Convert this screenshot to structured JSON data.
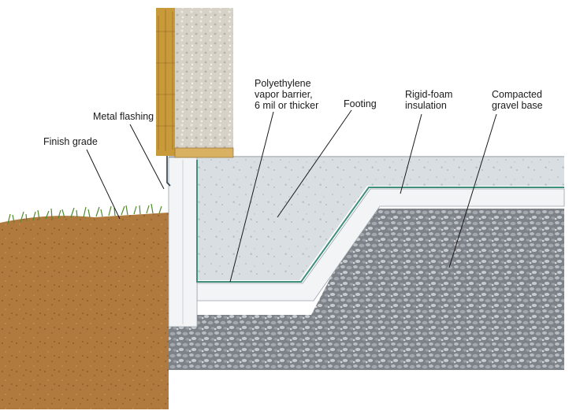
{
  "labels": {
    "metal_flashing": "Metal flashing",
    "finish_grade": "Finish grade",
    "vapor_barrier": [
      "Polyethylene",
      "vapor barrier,",
      "6 mil or thicker"
    ],
    "footing": "Footing",
    "rigid_foam": [
      "Rigid-foam",
      "insulation"
    ],
    "gravel_base": [
      "Compacted",
      "gravel base"
    ]
  },
  "colors": {
    "soil": "#b07a3f",
    "soil_dark": "#8a5a2b",
    "grass": "#4f8a2c",
    "concrete": "#d9dee3",
    "foam": "#f2f4f5",
    "vapor_barrier": "#3f8f7f",
    "gravel": "#8f949a",
    "wood": "#c99a3a",
    "wall_insulation": "#d6d2c8"
  }
}
